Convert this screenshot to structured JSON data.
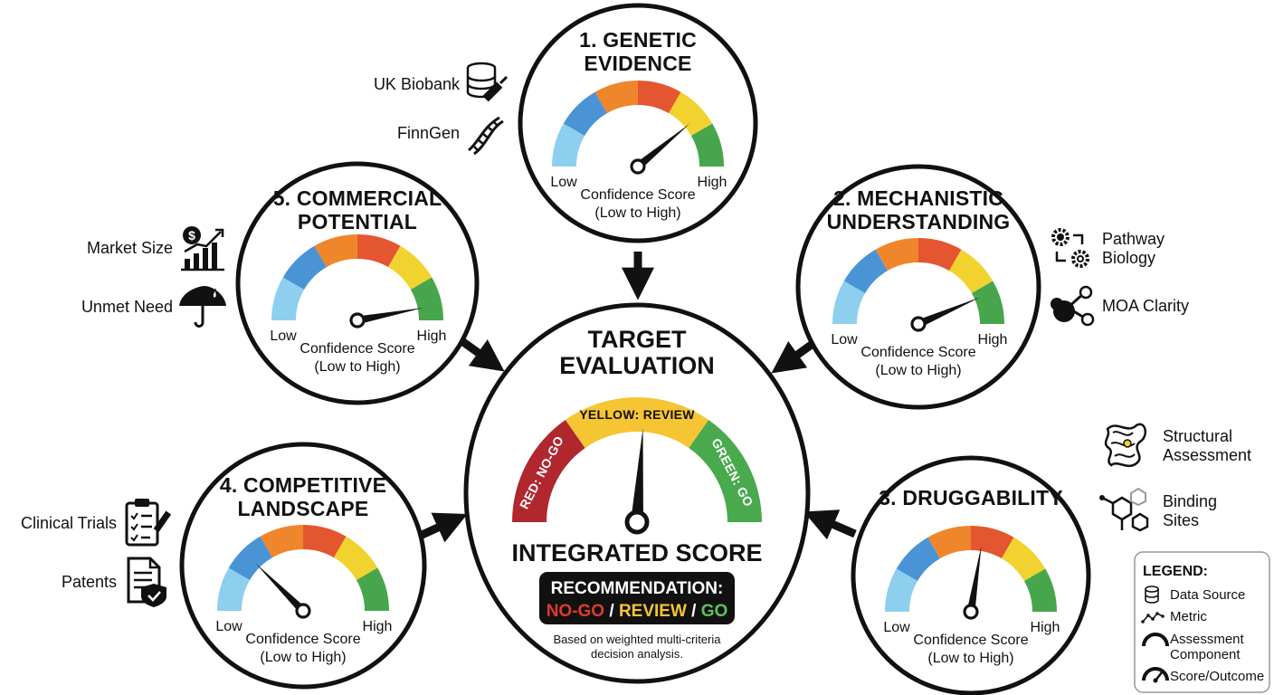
{
  "colors": {
    "band_1": "#8ecfef",
    "band_2": "#4a94d6",
    "band_3": "#f0862c",
    "band_4": "#e4562f",
    "band_5": "#f2d22e",
    "band_6": "#47a64c",
    "red_zone": "#b0272d",
    "yellow_zone": "#f6c533",
    "green_zone": "#49a94d",
    "ink": "#111111"
  },
  "components": [
    {
      "id": "genetic",
      "title_lines": [
        "1. GENETIC",
        "EVIDENCE"
      ],
      "low_label": "Low",
      "high_label": "High",
      "caption_lines": [
        "Confidence Score",
        "(Low to High)"
      ],
      "score": 0.78,
      "sources": [
        {
          "label": "UK Biobank",
          "icon": "database-syringe-icon"
        },
        {
          "label": "FinnGen",
          "icon": "dna-icon"
        }
      ]
    },
    {
      "id": "mechanistic",
      "title_lines": [
        "2. MECHANISTIC",
        "UNDERSTANDING"
      ],
      "low_label": "Low",
      "high_label": "High",
      "caption_lines": [
        "Confidence Score",
        "(Low to High)"
      ],
      "score": 0.87,
      "sources": [
        {
          "label_lines": [
            "Pathway",
            "Biology"
          ],
          "icon": "gears-icon"
        },
        {
          "label_lines": [
            "MOA Clarity"
          ],
          "icon": "molecule-network-icon"
        }
      ]
    },
    {
      "id": "druggability",
      "title_lines": [
        "3. DRUGGABILITY"
      ],
      "low_label": "Low",
      "high_label": "High",
      "caption_lines": [
        "Confidence Score",
        "(Low to High)"
      ],
      "score": 0.55,
      "sources": [
        {
          "label_lines": [
            "Structural",
            "Assessment"
          ],
          "icon": "protein-structure-icon"
        },
        {
          "label_lines": [
            "Binding",
            "Sites"
          ],
          "icon": "chemical-structure-icon"
        }
      ]
    },
    {
      "id": "competitive",
      "title_lines": [
        "4. COMPETITIVE",
        "LANDSCAPE"
      ],
      "low_label": "Low",
      "high_label": "High",
      "caption_lines": [
        "Confidence Score",
        "(Low to High)"
      ],
      "score": 0.25,
      "sources": [
        {
          "label": "Clinical Trials",
          "icon": "clipboard-checklist-icon"
        },
        {
          "label": "Patents",
          "icon": "patent-document-shield-icon"
        }
      ]
    },
    {
      "id": "commercial",
      "title_lines": [
        "5. COMMERCIAL",
        "POTENTIAL"
      ],
      "low_label": "Low",
      "high_label": "High",
      "caption_lines": [
        "Confidence Score",
        "(Low to High)"
      ],
      "score": 0.94,
      "sources": [
        {
          "label": "Market Size",
          "icon": "dollar-growth-chart-icon"
        },
        {
          "label": "Unmet Need",
          "icon": "umbrella-rain-icon"
        }
      ]
    }
  ],
  "center": {
    "title_lines": [
      "TARGET",
      "EVALUATION"
    ],
    "zones": [
      "RED: NO-GO",
      "YELLOW: REVIEW",
      "GREEN: GO"
    ],
    "score": 0.52,
    "score_title": "INTEGRATED SCORE",
    "recommendation": {
      "heading": "RECOMMENDATION:",
      "options": [
        "NO-GO",
        "REVIEW",
        "GO"
      ],
      "separator": " / "
    },
    "footnote_lines": [
      "Based on weighted multi-criteria",
      "decision analysis."
    ]
  },
  "legend": {
    "title": "LEGEND:",
    "items": [
      {
        "label": "Data Source",
        "icon": "database-icon"
      },
      {
        "label": "Metric",
        "icon": "line-metric-icon"
      },
      {
        "label_lines": [
          "Assessment",
          "Component"
        ],
        "icon": "arc-icon"
      },
      {
        "label": "Score/Outcome",
        "icon": "gauge-icon"
      }
    ]
  }
}
